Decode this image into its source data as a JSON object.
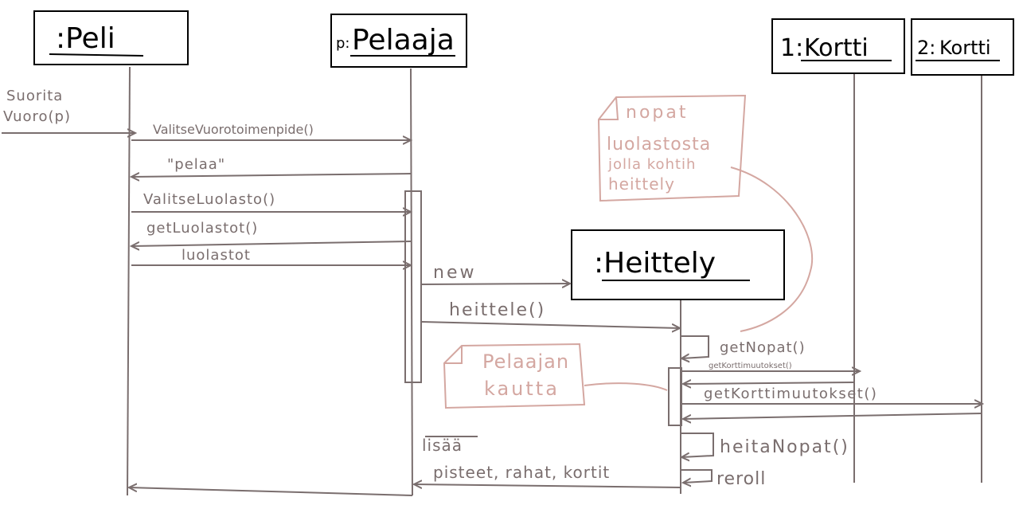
{
  "objects": {
    "peli": ":Peli",
    "pelaaja_prefix": "p:",
    "pelaaja": "Pelaaja",
    "kortti1_prefix": "1:",
    "kortti1": "Kortti",
    "kortti2_prefix": "2:",
    "kortti2": "Kortti",
    "heittely": ":Heittely"
  },
  "messages": {
    "suorita_line1": "Suorita",
    "suorita_line2": "Vuoro(p)",
    "valitse_vuoro": "ValitseVuorotoimenpide()",
    "pelaa": "\"pelaa\"",
    "valitse_luolasto": "ValitseLuolasto()",
    "get_luolastot": "getLuolastot()",
    "luolastot": "luolastot",
    "new": "new",
    "heittele": "heittele()",
    "get_nopat": "getNopat()",
    "get_korttimuutokset_small": "getKorttimuutokset()",
    "get_korttimuutokset": "getKorttimuutokset()",
    "heita_nopat": "heitaNopat()",
    "reroll": "reroll",
    "lisaa": "lisää",
    "pisteet": "pisteet, rahat, kortit"
  },
  "notes": {
    "nopat": [
      "nopat",
      "luolastosta",
      "jolla kohtih",
      "heittely"
    ],
    "pelaajan": [
      "Pelaajan",
      "kautta"
    ]
  }
}
